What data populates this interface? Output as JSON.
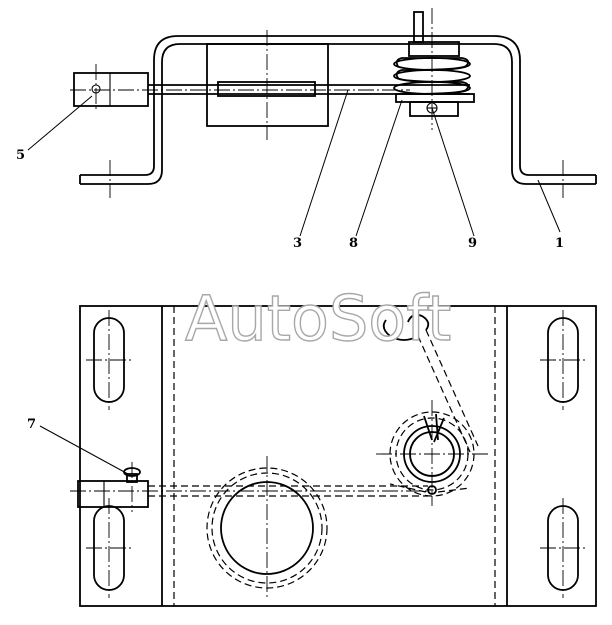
{
  "watermark": "AutoSoft",
  "callouts": {
    "c1": "1",
    "c3": "3",
    "c5": "5",
    "c7": "7",
    "c8": "8",
    "c9": "9"
  }
}
